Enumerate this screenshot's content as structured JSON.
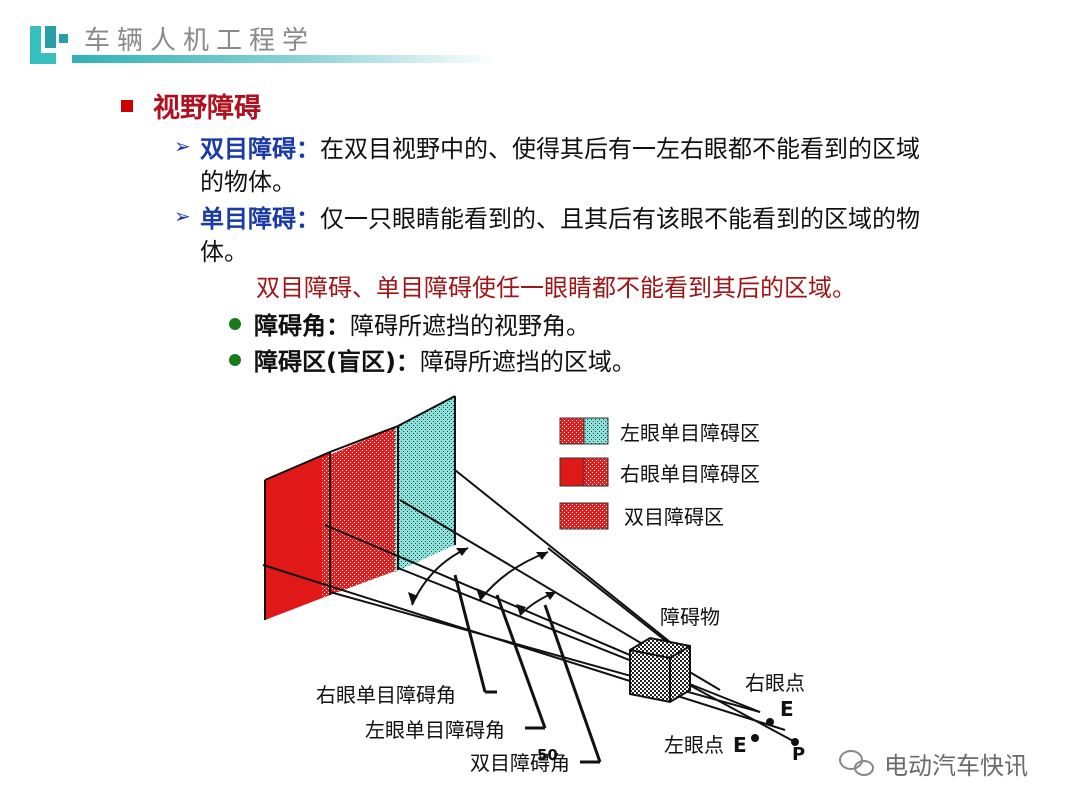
{
  "header": {
    "course_title": "车辆人机工程学"
  },
  "section": {
    "heading": "视野障碍",
    "items": [
      {
        "term": "双目障碍：",
        "text_line1": "在双目视野中的、使得其后有一左右眼都不能看到的区域",
        "text_line2": "的物体。"
      },
      {
        "term": "单目障碍：",
        "text_line1": "仅一只眼睛能看到的、且其后有该眼不能看到的区域的物",
        "text_line2": "体。"
      }
    ],
    "note": "双目障碍、单目障碍使任一眼睛都不能看到其后的区域。",
    "bullets": [
      {
        "term": "障碍角：",
        "text": "障碍所遮挡的视野角。"
      },
      {
        "term": "障碍区(盲区)：",
        "text": "障碍所遮挡的区域。"
      }
    ]
  },
  "diagram": {
    "legend": [
      {
        "label": "左眼单目障碍区"
      },
      {
        "label": "右眼单目障碍区"
      },
      {
        "label": "双目障碍区"
      }
    ],
    "obstacle_label": "障碍物",
    "right_eye_label": "右眼点",
    "left_eye_label": "左眼点",
    "e_label_right": "E",
    "e_label_left": "E",
    "p_label": "P",
    "angle_labels": [
      "右眼单目障碍角",
      "左眼单目障碍角",
      "双目障碍角"
    ],
    "number_label": "50",
    "colors": {
      "red": "#e01818",
      "teal": "#7fd8d0",
      "dark": "#111111"
    }
  },
  "watermark": {
    "text": "电动汽车快讯"
  }
}
